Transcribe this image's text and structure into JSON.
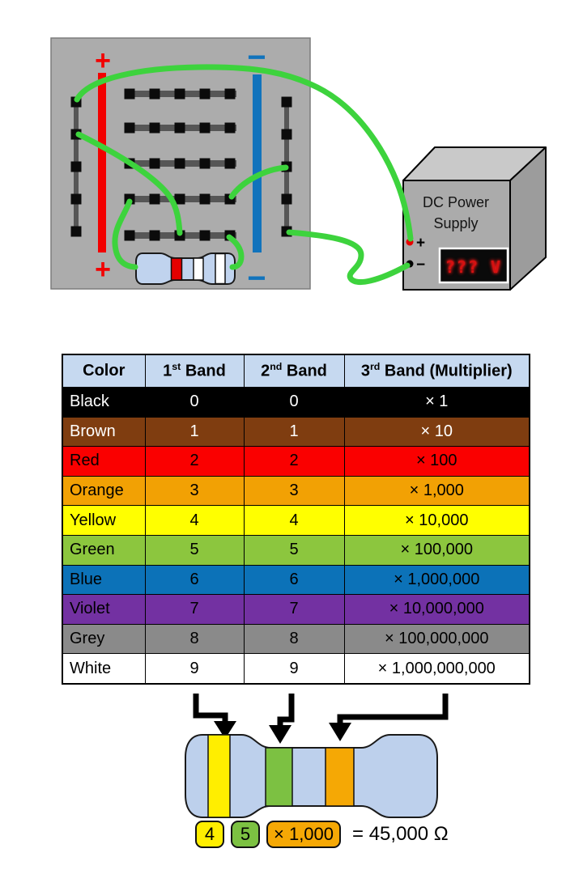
{
  "breadboard": {
    "positive_top": "+",
    "positive_bottom": "+",
    "negative_top": "−",
    "negative_bottom": "−",
    "board_color": "#acacac",
    "positive_rail_color": "#f20000",
    "negative_rail_color": "#1173bc",
    "wire_color": "#3dd33d",
    "mystery_resistor_bands": [
      "red",
      "white",
      "white"
    ]
  },
  "power_supply": {
    "name_line1": "DC Power",
    "name_line2": "Supply",
    "positive_terminal": "+",
    "negative_terminal": "−",
    "display": "??? V"
  },
  "table": {
    "header_bg": "#c6d9f0",
    "headers": {
      "color": "Color",
      "band1": {
        "num": "1",
        "sup": "st",
        "rest": " Band"
      },
      "band2": {
        "num": "2",
        "sup": "nd",
        "rest": " Band"
      },
      "band3": {
        "num": "3",
        "sup": "rd",
        "rest": " Band (Multiplier)"
      }
    },
    "rows": [
      {
        "color": "Black",
        "band1": "0",
        "band2": "0",
        "multiplier": "× 1",
        "bg": "#000000",
        "fg": "#ffffff"
      },
      {
        "color": "Brown",
        "band1": "1",
        "band2": "1",
        "multiplier": "× 10",
        "bg": "#7f3d10",
        "fg": "#ffffff"
      },
      {
        "color": "Red",
        "band1": "2",
        "band2": "2",
        "multiplier": "× 100",
        "bg": "#fa0000",
        "fg": "#000000"
      },
      {
        "color": "Orange",
        "band1": "3",
        "band2": "3",
        "multiplier": "× 1,000",
        "bg": "#f2a104",
        "fg": "#000000"
      },
      {
        "color": "Yellow",
        "band1": "4",
        "band2": "4",
        "multiplier": "× 10,000",
        "bg": "#ffff00",
        "fg": "#000000"
      },
      {
        "color": "Green",
        "band1": "5",
        "band2": "5",
        "multiplier": "× 100,000",
        "bg": "#8cc63e",
        "fg": "#000000"
      },
      {
        "color": "Blue",
        "band1": "6",
        "band2": "6",
        "multiplier": "× 1,000,000",
        "bg": "#0c72b8",
        "fg": "#000000"
      },
      {
        "color": "Violet",
        "band1": "7",
        "band2": "7",
        "multiplier": "× 10,000,000",
        "bg": "#7331a2",
        "fg": "#000000"
      },
      {
        "color": "Grey",
        "band1": "8",
        "band2": "8",
        "multiplier": "× 100,000,000",
        "bg": "#8a8a8a",
        "fg": "#000000"
      },
      {
        "color": "White",
        "band1": "9",
        "band2": "9",
        "multiplier": "× 1,000,000,000",
        "bg": "#ffffff",
        "fg": "#000000"
      }
    ]
  },
  "example": {
    "band1": {
      "value": "4",
      "color": "#ffee00"
    },
    "band2": {
      "value": "5",
      "color": "#7cc142"
    },
    "multiplier": {
      "value": "× 1,000",
      "color": "#f5a805"
    },
    "result": "= 45,000 Ω"
  }
}
